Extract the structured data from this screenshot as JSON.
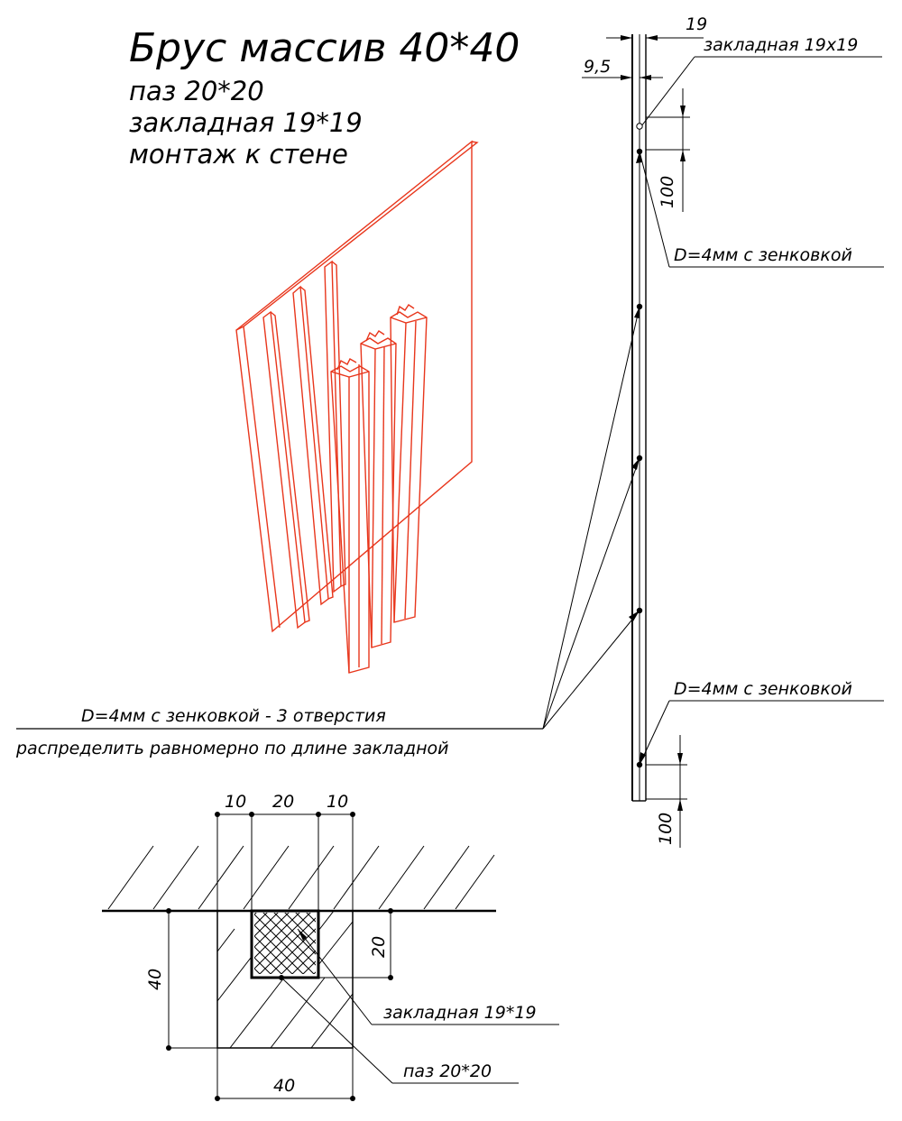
{
  "title": {
    "main": "Брус массив 40*40",
    "line1": "паз 20*20",
    "line2": "закладная 19*19",
    "line3": "монтаж к стене"
  },
  "side_view": {
    "dim_top_width": "19",
    "dim_offset": "9,5",
    "label_insert": "закладная 19х19",
    "dim_top_spacing": "100",
    "label_hole_top": "D=4мм с зенковкой",
    "label_hole_bottom": "D=4мм с зенковкой",
    "dim_bottom_spacing": "100"
  },
  "note": {
    "line1": "D=4мм с зенковкой - 3 отверстия",
    "line2": "распределить равномерно по длине закладной"
  },
  "section": {
    "dim_left": "10",
    "dim_mid": "20",
    "dim_right": "10",
    "dim_groove_depth": "20",
    "dim_height": "40",
    "dim_width": "40",
    "label_insert": "закладная 19*19",
    "label_groove": "паз 20*20"
  },
  "colors": {
    "iso_lines": "#e8361c",
    "drawing_lines": "#000000"
  }
}
